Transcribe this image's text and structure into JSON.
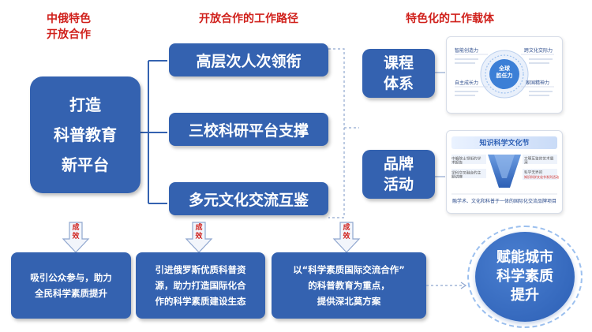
{
  "headers": {
    "left": [
      "中俄特色",
      "开放合作"
    ],
    "middle": "开放合作的工作路径",
    "right": "特色化的工作载体"
  },
  "main_box": [
    "打造",
    "科普教育",
    "新平台"
  ],
  "paths": [
    "高层次人次领衔",
    "三校科研平台支撑",
    "多元文化交流互鉴"
  ],
  "carriers": [
    {
      "lines": [
        "课程",
        "体系"
      ]
    },
    {
      "lines": [
        "品牌",
        "活动"
      ]
    }
  ],
  "course_card": {
    "center": [
      "全球",
      "胜任力"
    ],
    "labels": [
      "智能创造力",
      "跨文化交际力",
      "自主成长力",
      "家国精神力"
    ]
  },
  "brand_card": {
    "title": "知识科学文化节",
    "left_items": [
      "中俄院士领衔的学术报告",
      "学科交叉融合的主题讲座"
    ],
    "right_items": [
      "文明互鉴的艺术展演",
      "科学无界的",
      "知识科学文化节系列活动"
    ],
    "footer": "融学术、文化和科普于一体的国际化交流品牌项目"
  },
  "arrow_label": [
    "成",
    "效"
  ],
  "results": [
    [
      "吸引公众参与，助力",
      "全民科学素质提升"
    ],
    [
      "引进俄罗斯优质科普资",
      "源，助力打造国际化合",
      "作的科学素质建设生态"
    ],
    [
      "以“科学素质国际交流合作”",
      "的科普教育为重点，",
      "提供深北莫方案"
    ]
  ],
  "goal": [
    "赋能城市",
    "科学素质",
    "提升"
  ],
  "colors": {
    "blue": "#3462b0",
    "red": "#d0211c",
    "light_blue": "#e9f0fb",
    "arrow_fill": "#f2f5fb",
    "arrow_stroke": "#8fa6cf"
  }
}
